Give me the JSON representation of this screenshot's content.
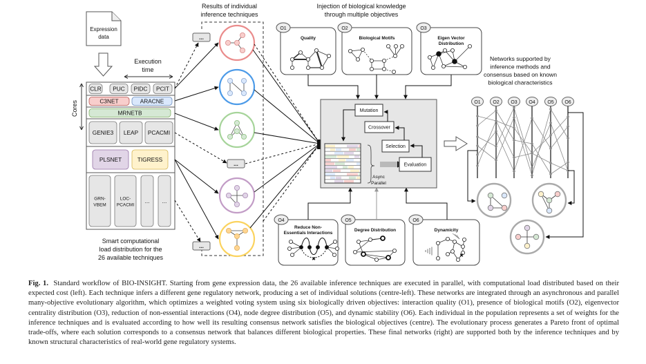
{
  "figure": {
    "left": {
      "expression_doc": [
        "Expression",
        "data"
      ],
      "execution_time": [
        "Execution",
        "time"
      ],
      "cores_label": "Cores",
      "rows": [
        [
          {
            "label": "CLR",
            "color": "#e6e6e6",
            "border": "#777"
          },
          {
            "label": "PUC",
            "color": "#e6e6e6",
            "border": "#777"
          },
          {
            "label": "PIDC",
            "color": "#e6e6e6",
            "border": "#777"
          },
          {
            "label": "PCIT",
            "color": "#e6e6e6",
            "border": "#777"
          }
        ],
        [
          {
            "label": "C3NET",
            "color": "#f8cecc",
            "border": "#b85450"
          },
          {
            "label": "ARACNE",
            "color": "#dae8fc",
            "border": "#6c8ebf"
          }
        ],
        [
          {
            "label": "MRNETB",
            "color": "#d5e8d4",
            "border": "#82b366"
          }
        ],
        [
          {
            "label": "GENIE3",
            "color": "#e6e6e6",
            "border": "#777"
          },
          {
            "label": "LEAP",
            "color": "#e6e6e6",
            "border": "#777"
          },
          {
            "label": "PCACMI",
            "color": "#e6e6e6",
            "border": "#777"
          }
        ],
        [
          {
            "label": "PLSNET",
            "color": "#e1d5e7",
            "border": "#9673a6"
          },
          {
            "label": "TIGRESS",
            "color": "#fff2cc",
            "border": "#d6b656"
          }
        ],
        [
          {
            "label": "GRN-\nVBEM",
            "color": "#e6e6e6",
            "border": "#777"
          },
          {
            "label": "LOC-\nPCACMI",
            "color": "#e6e6e6",
            "border": "#777"
          },
          {
            "label": "...",
            "color": "#e6e6e6",
            "border": "#777"
          },
          {
            "label": "...",
            "color": "#e6e6e6",
            "border": "#777"
          }
        ]
      ],
      "caption": [
        "Smart computational",
        "load distribution for the",
        "26 available techniques"
      ]
    },
    "results": {
      "title": [
        "Results of individual",
        "inference techniques"
      ],
      "ellipsis": "...",
      "circles": [
        {
          "stroke": "#ea8c8c",
          "fill": "#f8cecc",
          "node": "#d98b8b"
        },
        {
          "stroke": "#4d9be8",
          "fill": "#dae8fc",
          "node": "#8aa6cf"
        },
        {
          "stroke": "#a6d49a",
          "fill": "#d5e8d4",
          "node": "#8cbf7e"
        },
        {
          "stroke": "#c29cc6",
          "fill": "#e1d5e7",
          "node": "#a98bb4"
        },
        {
          "stroke": "#fbd35e",
          "fill": "#ffd591",
          "node": "#e0b060"
        }
      ]
    },
    "objectives": {
      "title": [
        "Injection of biological knowledge",
        "through multiple objectives"
      ],
      "top": [
        {
          "id": "O1",
          "label": [
            "Quality"
          ]
        },
        {
          "id": "O2",
          "label": [
            "Biological Motifs"
          ]
        },
        {
          "id": "O3",
          "label": [
            "Eigen Vector",
            "Distribution"
          ]
        }
      ],
      "bottom": [
        {
          "id": "O4",
          "label": [
            "Reduce Non-",
            "Essentials Interactions"
          ]
        },
        {
          "id": "O5",
          "label": [
            "Degree Distribution"
          ]
        },
        {
          "id": "O6",
          "label": [
            "Dynamicity"
          ]
        }
      ]
    },
    "evolution": {
      "mutation": "Mutation",
      "crossover": "Crossover",
      "selection": "Selection",
      "evaluation": "Evaluation",
      "async": [
        "Async",
        "Parallel"
      ],
      "population_colors": [
        "#f8cecc",
        "#dae8fc",
        "#d5e8d4",
        "#e1d5e7",
        "#fff2cc"
      ]
    },
    "right": {
      "title": [
        "Networks supported by",
        "inference methods and",
        "consensus based on known",
        "biological characteristics"
      ],
      "axes": [
        "O1",
        "O2",
        "O3",
        "O4",
        "O5",
        "O6"
      ],
      "network_colors": {
        "green": "#d5e8d4",
        "blue": "#dae8fc",
        "red": "#f8cecc",
        "purple": "#e1d5e7",
        "yellow": "#fff2cc"
      }
    }
  },
  "caption": {
    "label": "Fig. 1.",
    "text": "Standard workflow of BIO-INSIGHT. Starting from gene expression data, the 26 available inference techniques are executed in parallel, with computational load distributed based on their expected cost (left). Each technique infers a different gene regulatory network, producing a set of individual solutions (centre-left). These networks are integrated through an asynchronous and parallel many-objective evolutionary algorithm, which optimizes a weighted voting system using six biologically driven objectives: interaction quality (O1), presence of biological motifs (O2), eigenvector centrality distribution (O3), reduction of non-essential interactions (O4), node degree distribution (O5), and dynamic stability (O6). Each individual in the population represents a set of weights for the inference techniques and is evaluated according to how well its resulting consensus network satisfies the biological objectives (centre). The evolutionary process generates a Pareto front of optimal trade-offs, where each solution corresponds to a consensus network that balances different biological properties. These final networks (right) are supported both by the inference techniques and by known structural characteristics of real-world gene regulatory systems."
  }
}
